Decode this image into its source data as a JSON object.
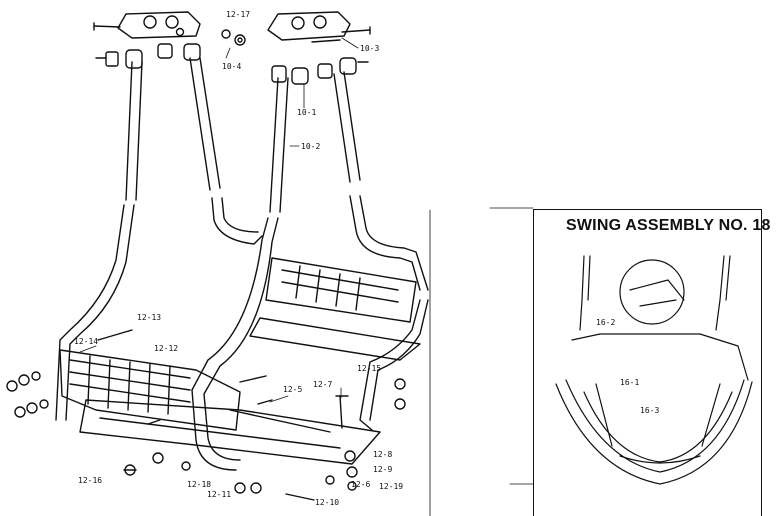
{
  "inset": {
    "title": "SWING ASSEMBLY NO. 18"
  },
  "labels": {
    "p12_17": "12-17",
    "p10_4": "10-4",
    "p10_3": "10-3",
    "p10_1": "10-1",
    "p10_2": "10-2",
    "p12_13": "12-13",
    "p12_14": "12-14",
    "p12_12": "12-12",
    "p12_15": "12-15",
    "p12_7": "12-7",
    "p12_5": "12-5",
    "p12_8": "12-8",
    "p12_9": "12-9",
    "p12_6": "12-6",
    "p12_19": "12-19",
    "p12_18": "12-18",
    "p12_11": "12-11",
    "p12_10": "12-10",
    "p12_16": "12-16",
    "p16_2": "16-2",
    "p16_1": "16-1",
    "p16_3": "16-3"
  }
}
